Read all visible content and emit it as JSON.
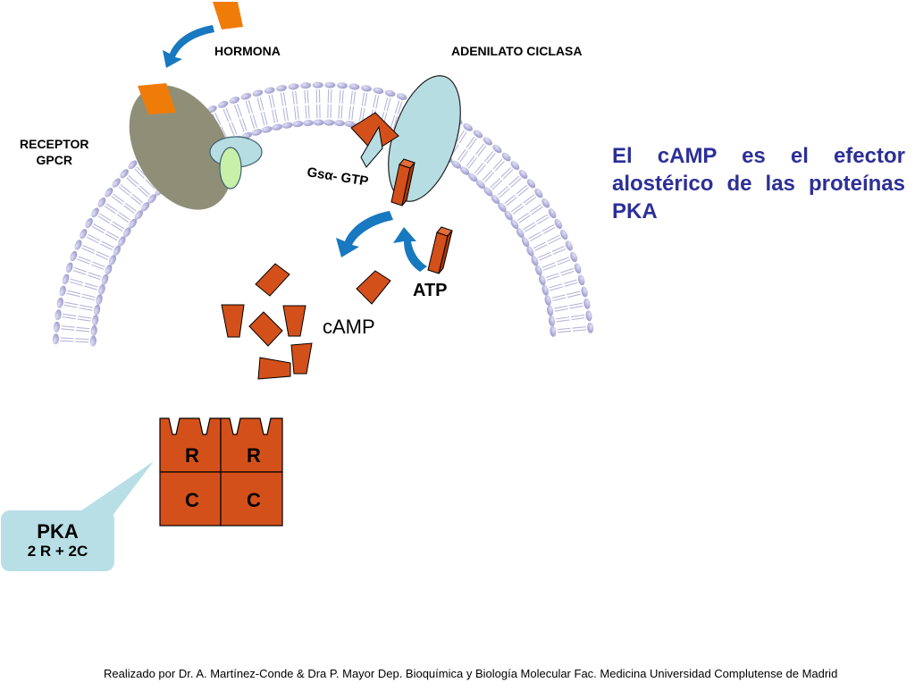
{
  "labels": {
    "hormone": "HORMONA",
    "adenylate_cyclase": "ADENILATO CICLASA",
    "receptor_line1": "RECEPTOR",
    "receptor_line2": "GPCR",
    "gs_alpha": "Gsα- GTP",
    "atp": "ATP",
    "camp": "cAMP"
  },
  "statement": "El cAMP es el efector alostérico de las proteínas PKA",
  "pka": {
    "title": "PKA",
    "subtitle": "2 R + 2C",
    "regulatory_letter": "R",
    "catalytic_letter": "C"
  },
  "credit": "Realizado por Dr. A. Martínez-Conde & Dra P. Mayor Dep. Bioquímica y Biología Molecular Fac. Medicina Universidad Complutense de Madrid",
  "colors": {
    "membrane": "#b6b5dc",
    "hormone": "#f07c08",
    "receptor": "#8f8f78",
    "adenylate_cyclase": "#b6dde2",
    "camp_shape": "#d4501a",
    "pka_block": "#d4501a",
    "arrow": "#1878c0",
    "statement_text": "#2d2f97",
    "callout": "#b9dfe6"
  },
  "icons": {
    "hormone": "orange-trapezoid",
    "arrows": "curved-arrow"
  }
}
